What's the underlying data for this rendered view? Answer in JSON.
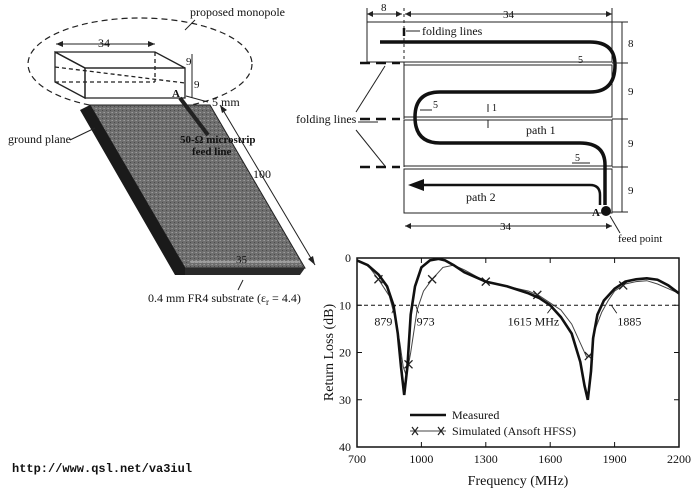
{
  "figure": {
    "url_text": "http://www.qsl.net/va3iul",
    "left_panel": {
      "proposed_label": "proposed monopole",
      "dim_width": "34",
      "dim_h1": "9",
      "dim_h2": "9",
      "point_a": "A",
      "gap_label": "5 mm",
      "feed_label_1": "50-Ω microstrip",
      "feed_label_2": "feed line",
      "ground_label": "ground plane",
      "length_label": "100",
      "width_label": "35",
      "substrate_label": "0.4 mm FR4 substrate (ε",
      "substrate_sub": "r",
      "substrate_end": " = 4.4)"
    },
    "right_panel": {
      "top_dim_left": "8",
      "top_dim_main": "34",
      "folding_top": "folding lines",
      "folding_left": "folding lines",
      "dim_5a": "5",
      "dim_5b": "5",
      "dim_5c": "5",
      "dim_1": "1",
      "path1": "path 1",
      "path2": "path 2",
      "point_a": "A",
      "feed_point": "feed point",
      "bottom_dim": "34",
      "right_dims": [
        "8",
        "9",
        "9",
        "9"
      ]
    }
  },
  "chart_data": {
    "type": "line",
    "xlabel": "Frequency (MHz)",
    "ylabel": "Return Loss (dB)",
    "xlim": [
      700,
      2200
    ],
    "ylim": [
      0,
      40
    ],
    "y_inverted": true,
    "x_ticks": [
      "700",
      "1000",
      "1300",
      "1600",
      "1900",
      "2200"
    ],
    "y_ticks": [
      "0",
      "10",
      "20",
      "30",
      "40"
    ],
    "reference_line_db": 10,
    "annotations": [
      "879",
      "973",
      "1615 MHz",
      "1885"
    ],
    "legend": {
      "position": "bottom-left",
      "measured": "Measured",
      "simulated": "Simulated (Ansoft HFSS)"
    },
    "series": [
      {
        "name": "Measured",
        "style": "thick-solid",
        "x": [
          700,
          750,
          800,
          840,
          870,
          890,
          905,
          920,
          935,
          950,
          970,
          1000,
          1040,
          1080,
          1110,
          1150,
          1200,
          1300,
          1400,
          1500,
          1550,
          1600,
          1650,
          1700,
          1740,
          1760,
          1775,
          1790,
          1800,
          1820,
          1850,
          1900,
          1950,
          2000,
          2050,
          2100,
          2150,
          2200
        ],
        "y": [
          0.5,
          1.5,
          3.5,
          6,
          10,
          16,
          23,
          29,
          23,
          12,
          6,
          2,
          0.5,
          0.2,
          0.5,
          1.5,
          3,
          5,
          6,
          7.5,
          8.5,
          10,
          12.5,
          16,
          22,
          27,
          30,
          24,
          17,
          12,
          9,
          6.5,
          5,
          4.5,
          4.3,
          4.6,
          5.8,
          7.5
        ]
      },
      {
        "name": "Simulated (Ansoft HFSS)",
        "style": "thin-x-markers",
        "x": [
          700,
          750,
          800,
          850,
          880,
          900,
          915,
          930,
          950,
          980,
          1010,
          1050,
          1100,
          1150,
          1200,
          1300,
          1400,
          1500,
          1550,
          1600,
          1650,
          1700,
          1740,
          1770,
          1790,
          1810,
          1840,
          1870,
          1900,
          1950,
          2000,
          2050,
          2100,
          2150,
          2200
        ],
        "y": [
          0.5,
          1.5,
          4.5,
          8,
          13,
          18,
          23,
          25,
          20,
          11,
          7,
          4.5,
          2,
          1.5,
          2.5,
          5,
          6,
          7,
          8,
          9.5,
          11,
          14,
          18,
          21,
          20.5,
          15,
          11.5,
          9,
          7,
          5.5,
          5,
          4.8,
          5.5,
          6.5,
          7.5
        ],
        "markers_x": [
          800,
          940,
          1050,
          1300,
          1540,
          1780,
          1940
        ]
      }
    ]
  }
}
